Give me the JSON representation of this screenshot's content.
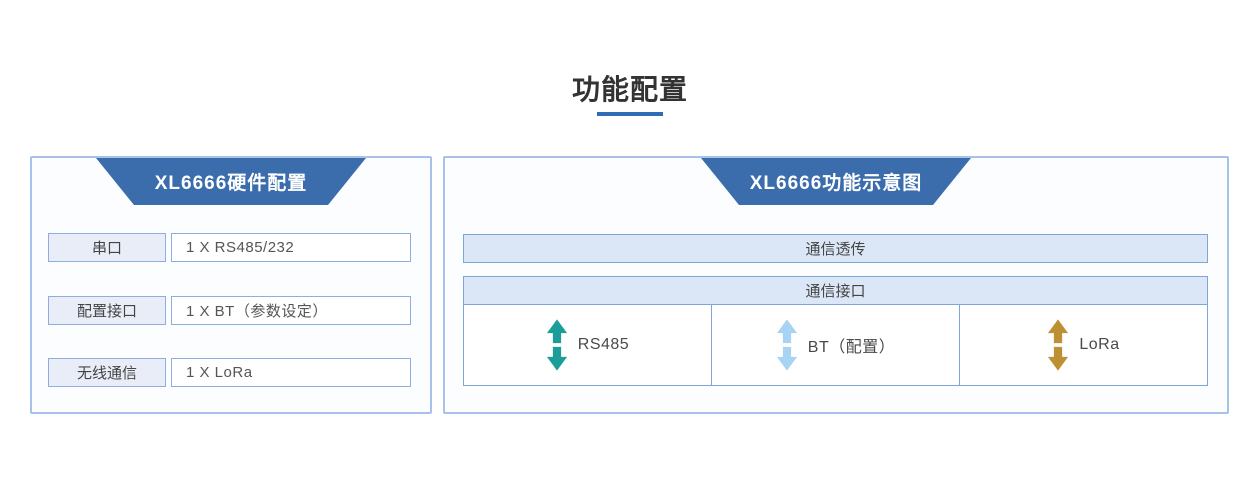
{
  "page": {
    "title": "功能配置"
  },
  "colors": {
    "accent_blue": "#3b6dad",
    "underline_blue": "#2e6db6",
    "panel_border": "#a6c2ea",
    "box_border": "#8fadde",
    "bar_fill": "#dbe7f6",
    "bar_border": "#7fa5da"
  },
  "left_panel": {
    "header": "XL6666硬件配置",
    "rows": [
      {
        "label": "串口",
        "value": "1 X RS485/232"
      },
      {
        "label": "配置接口",
        "value": "1 X BT（参数设定）"
      },
      {
        "label": "无线通信",
        "value": "1 X LoRa"
      }
    ]
  },
  "right_panel": {
    "header": "XL6666功能示意图",
    "passthrough_bar": "通信透传",
    "interface_header": "通信接口",
    "interfaces": [
      {
        "label": "RS485",
        "arrow_color": "#1b9e9a",
        "icon": "double-vertical-arrow-icon"
      },
      {
        "label": "BT（配置）",
        "arrow_color": "#a9d3f3",
        "icon": "double-vertical-arrow-icon"
      },
      {
        "label": "LoRa",
        "arrow_color": "#bd9133",
        "icon": "double-vertical-arrow-icon"
      }
    ]
  }
}
